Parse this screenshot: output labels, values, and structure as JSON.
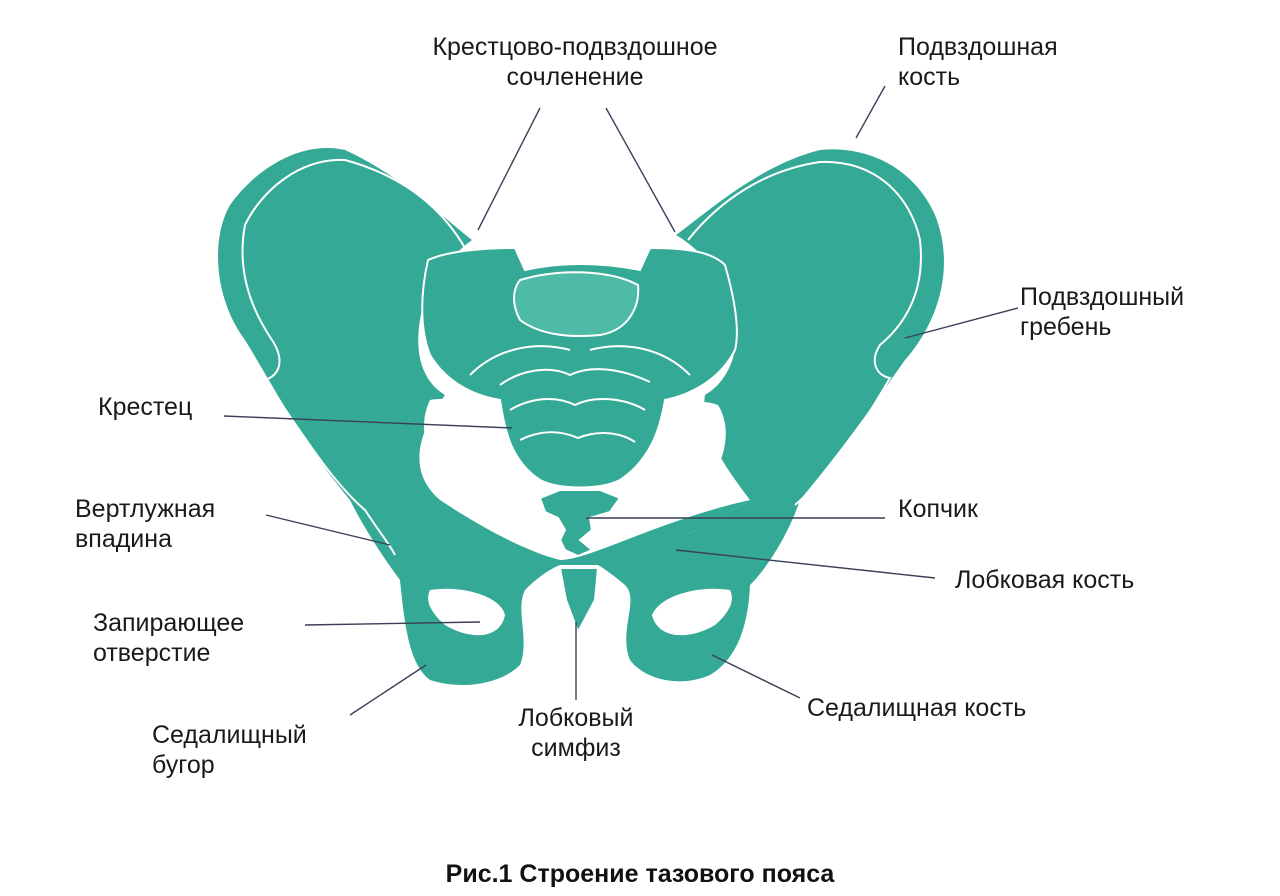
{
  "colors": {
    "bone": "#33a996",
    "bone_light": "#4dbba5",
    "outline": "#ffffff",
    "leader": "#3b3f57",
    "text": "#1a1a1a"
  },
  "labels": {
    "sacroiliac": [
      "Крестцово-подвздошное",
      "сочленение"
    ],
    "ilium": [
      "Подвздошная",
      "кость"
    ],
    "iliac_crest": [
      "Подвздошный",
      "гребень"
    ],
    "sacrum": [
      "Крестец"
    ],
    "acetabulum": [
      "Вертлужная",
      "впадина"
    ],
    "coccyx": [
      "Копчик"
    ],
    "pubic_bone": [
      "Лобковая кость"
    ],
    "obturator": [
      "Запирающее",
      "отверстие"
    ],
    "ischium": [
      "Седалищная кость"
    ],
    "ischial_tuberosity": [
      "Седалищный",
      "бугор"
    ],
    "pubic_symphysis": [
      "Лобковый",
      "симфиз"
    ]
  },
  "caption": "Рис.1 Строение тазового пояса"
}
